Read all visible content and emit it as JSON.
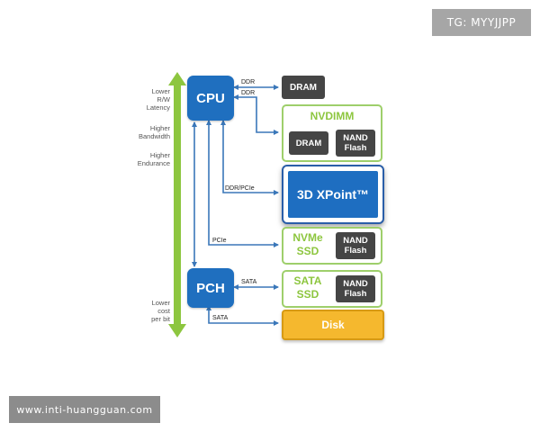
{
  "watermarks": {
    "top": "TG: MYYJJPP",
    "bottom": "www.inti-huangguan.com"
  },
  "side_labels": {
    "top": [
      "Lower",
      "R/W",
      "Latency"
    ],
    "mid1": [
      "Higher",
      "Bandwidth"
    ],
    "mid2": [
      "Higher",
      "Endurance"
    ],
    "bottom": [
      "Lower",
      "cost",
      "per bit"
    ]
  },
  "chips": {
    "cpu": "CPU",
    "pch": "PCH"
  },
  "buses": {
    "ddr1": "DDR",
    "ddr2": "DDR",
    "ddr_pcie": "DDR/PCIe",
    "pcie": "PCIe",
    "sata1": "SATA",
    "sata2": "SATA"
  },
  "blocks": {
    "dram": "DRAM",
    "nvdimm": {
      "title": "NVDIMM",
      "dram": "DRAM",
      "nand": [
        "NAND",
        "Flash"
      ]
    },
    "xpoint": "3D XPoint™",
    "nvme": {
      "title": [
        "NVMe",
        "SSD"
      ],
      "nand": [
        "NAND",
        "Flash"
      ]
    },
    "sata": {
      "title": [
        "SATA",
        "SSD"
      ],
      "nand": [
        "NAND",
        "Flash"
      ]
    },
    "disk": "Disk"
  },
  "colors": {
    "chip_blue": "#1f6fbf",
    "green": "#8dc63f",
    "arrow_blue": "#3a77b9",
    "disk": "#f5b82e"
  }
}
